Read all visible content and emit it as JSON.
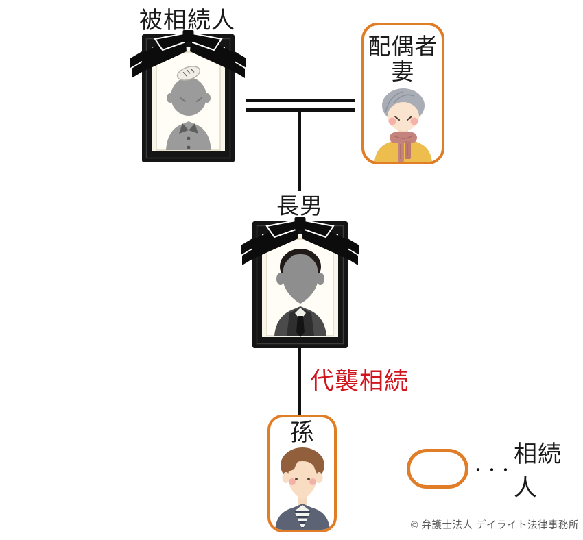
{
  "diagram": {
    "deceased": {
      "label": "被相続人",
      "icon": "memorial-photo-elderly-man"
    },
    "spouse": {
      "role_label": "配偶者",
      "name_label": "妻",
      "icon": "elderly-woman"
    },
    "eldest_son": {
      "label": "長男",
      "icon": "memorial-photo-man-in-suit"
    },
    "grandchild": {
      "label": "孫",
      "icon": "young-man"
    },
    "substitute_inheritance_label": "代襲相続",
    "relations": {
      "marriage_line": "double-horizontal-line",
      "descent_lines": "single-vertical-line"
    }
  },
  "legend": {
    "dots": "・・・",
    "label": "相続人",
    "symbol": "orange-rounded-box"
  },
  "footer": {
    "copyright": "© 弁護士法人 デイライト法律事務所"
  },
  "colors": {
    "heir_border_orange": "#E07D26",
    "substitute_inheritance_red": "#D2161E",
    "line_black": "#111111",
    "copyright_gray": "#595959"
  }
}
